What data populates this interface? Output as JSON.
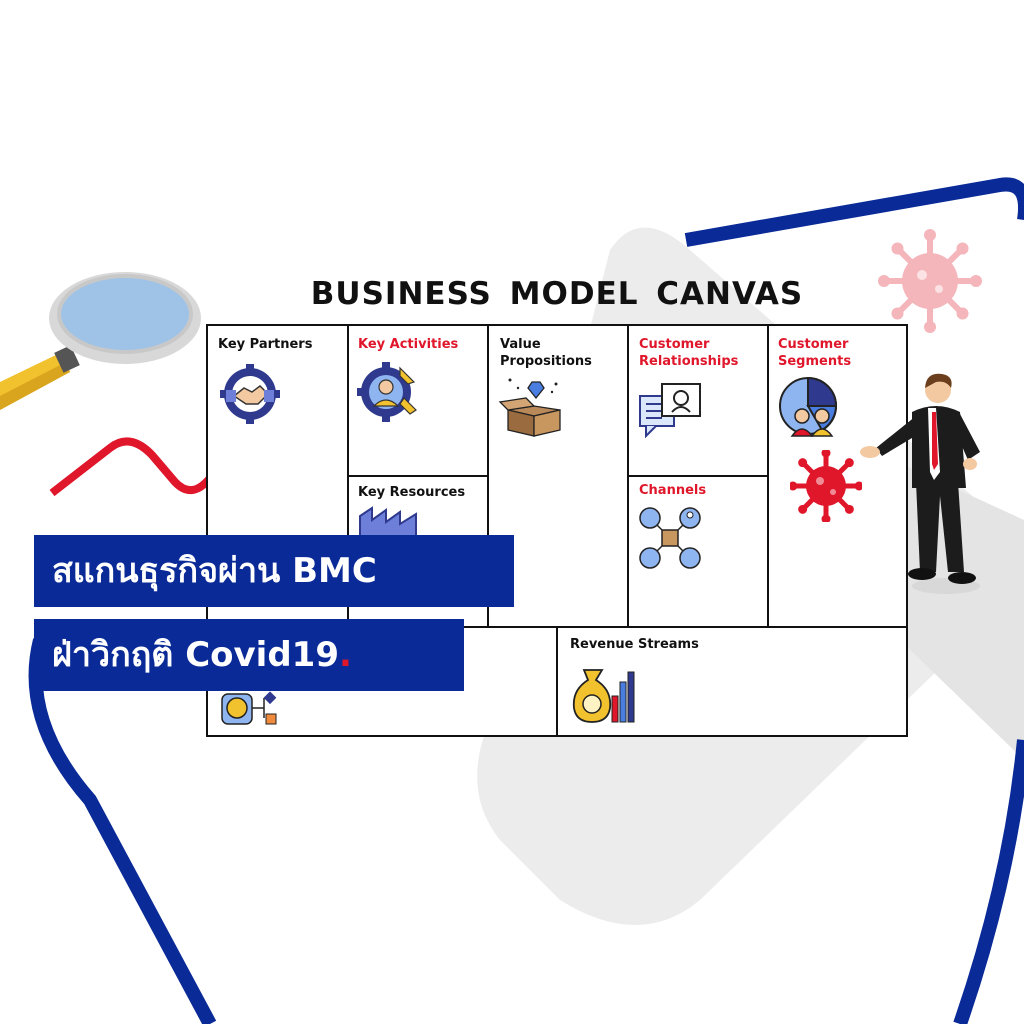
{
  "title": "BUSINESS MODEL CANVAS",
  "blocks": {
    "key_partners": "Key Partners",
    "key_activities": "Key Activities",
    "value_propositions": "Value\nPropositions",
    "customer_relationships": "Customer\nRelationships",
    "customer_segments": "Customer\nSegments",
    "key_resources": "Key Resources",
    "channels": "Channels",
    "revenue_streams": "Revenue Streams"
  },
  "headline": {
    "line1": "สแกนธุรกิจผ่าน BMC",
    "line2": "ฝ่าวิกฤติ Covid19",
    "line2_dot": "."
  },
  "colors": {
    "navy": "#0a2a98",
    "red": "#e0162b",
    "light_gray": "#ececec",
    "virus_pink": "#f4b6bb"
  }
}
